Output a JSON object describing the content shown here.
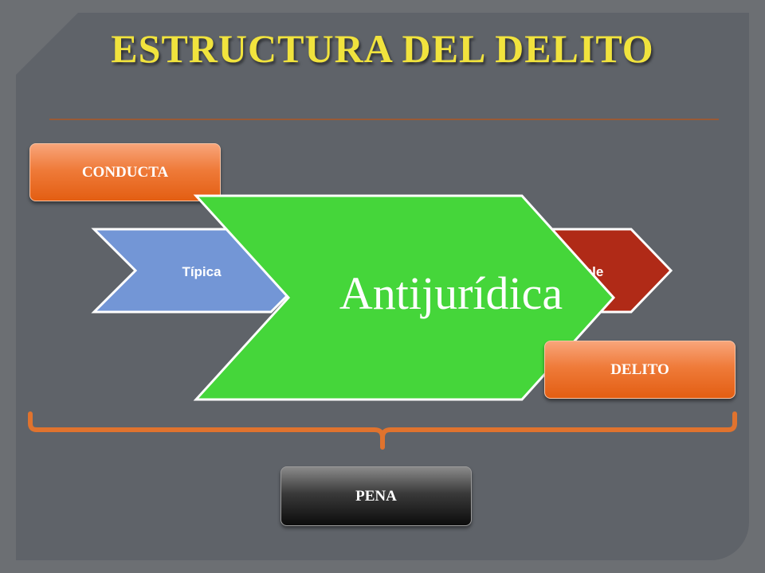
{
  "slide": {
    "title": "ESTRUCTURA DEL DELITO"
  },
  "boxes": {
    "conducta": "CONDUCTA",
    "delito": "DELITO",
    "pena": "PENA"
  },
  "chevrons": [
    {
      "label": "Típica",
      "color": "#7396d6"
    },
    {
      "label": "Antijurídica",
      "color": "#45d63a"
    },
    {
      "label": "ble",
      "color": "#b02a17"
    }
  ],
  "colors": {
    "title": "#f1e33d",
    "brace": "#e0732e",
    "box_orange": "#ef7b3a",
    "box_black": "#1a1a1a"
  }
}
